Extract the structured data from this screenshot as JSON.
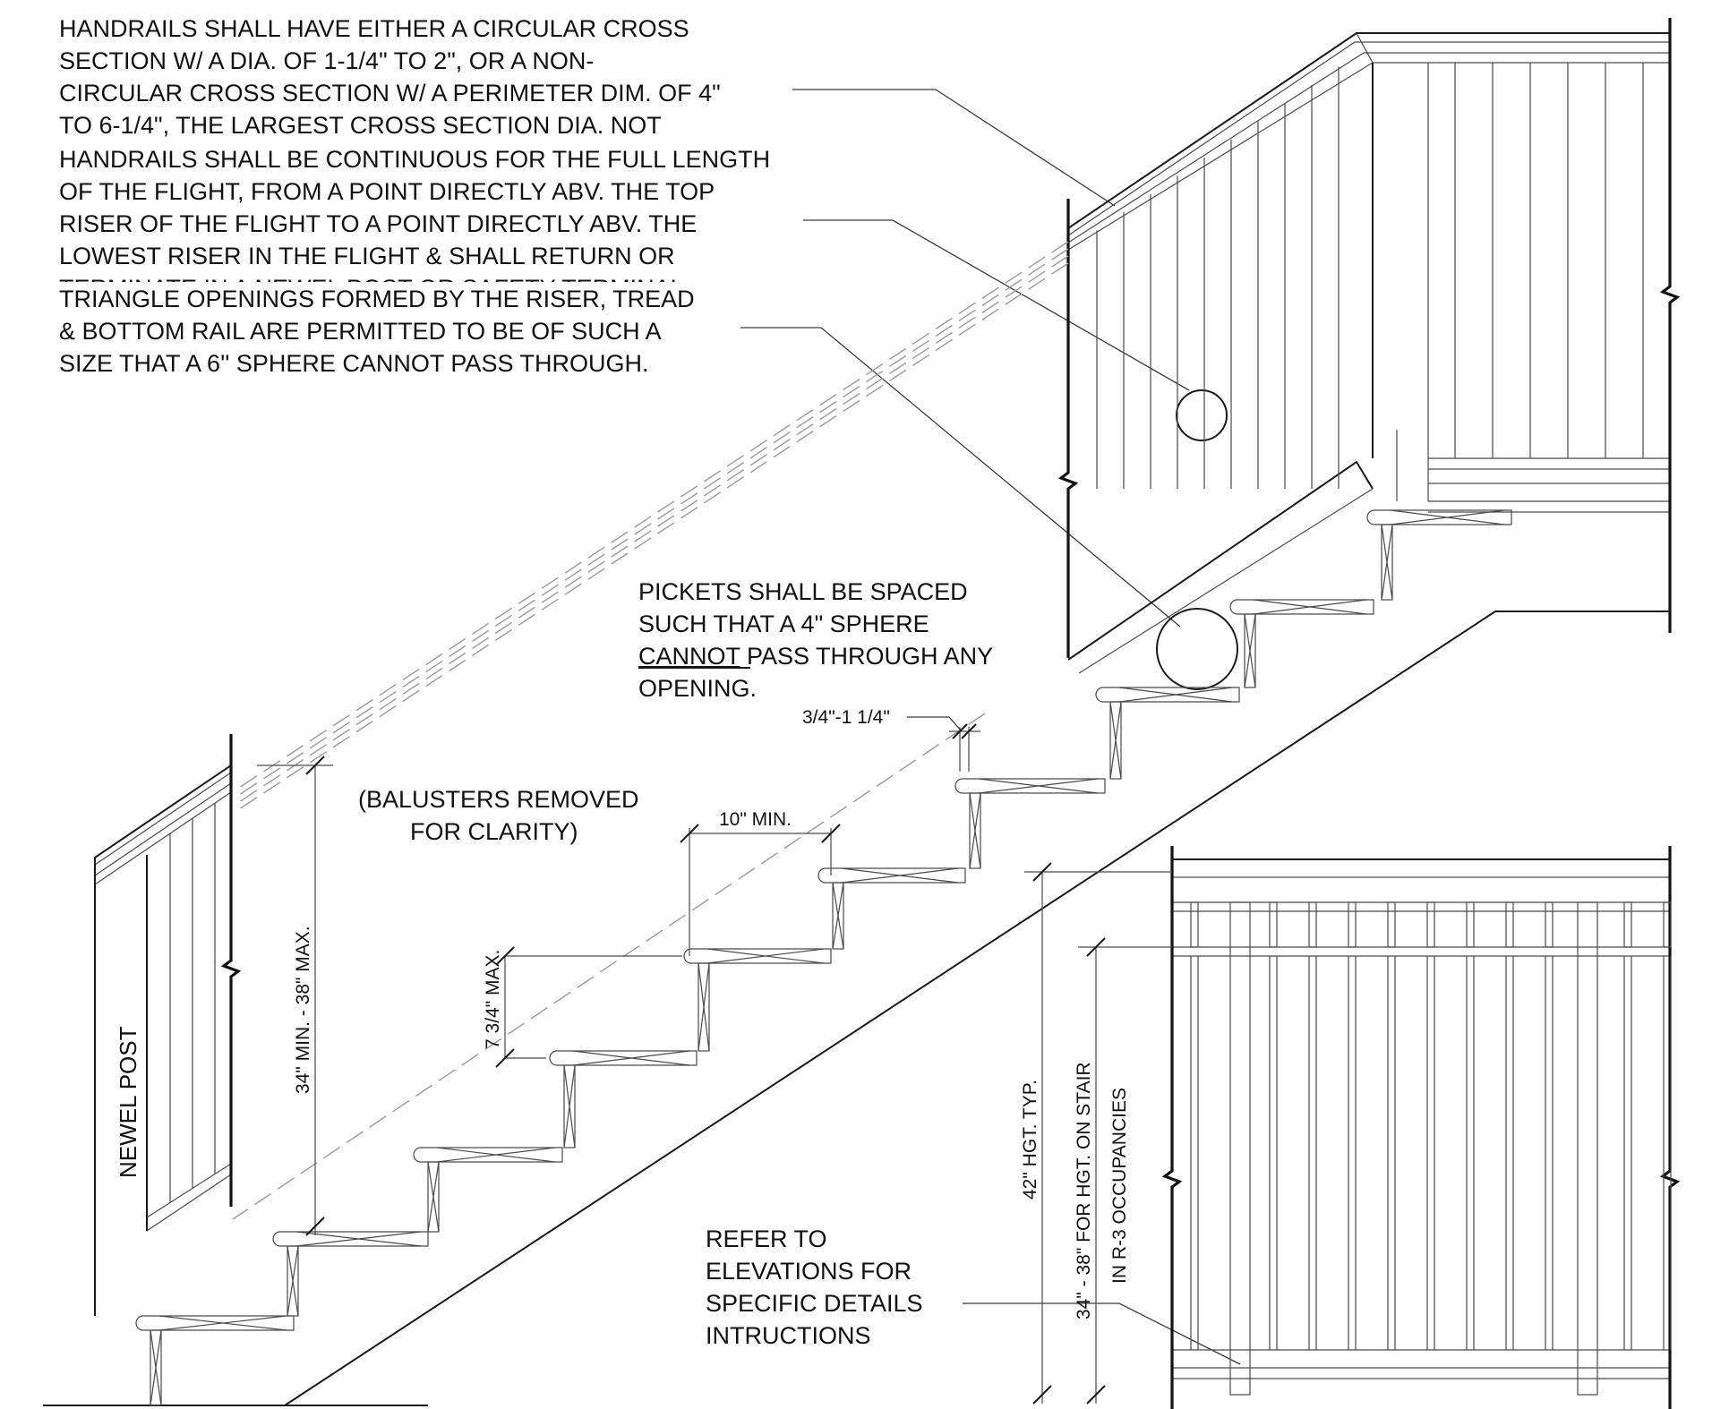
{
  "notes": {
    "handrail_section": [
      "HANDRAILS SHALL HAVE EITHER A CIRCULAR CROSS",
      "SECTION W/ A DIA. OF 1-1/4\" TO 2\", OR A NON-",
      "CIRCULAR CROSS SECTION W/ A PERIMETER DIM. OF 4\"",
      "TO 6-1/4\", THE LARGEST CROSS SECTION DIA. NOT"
    ],
    "handrail_continuous": [
      "HANDRAILS SHALL BE CONTINUOUS FOR THE FULL LENGTH",
      "OF THE FLIGHT, FROM A POINT DIRECTLY ABV. THE TOP",
      "RISER OF THE FLIGHT TO A POINT DIRECTLY ABV. THE",
      "LOWEST RISER IN THE FLIGHT & SHALL RETURN OR",
      "TERMINATE IN A NEWEL POST OR SAFETY TERMINAL"
    ],
    "triangle_openings": [
      "TRIANGLE OPENINGS FORMED BY THE RISER, TREAD",
      "& BOTTOM RAIL ARE PERMITTED TO BE OF SUCH A",
      "SIZE THAT A 6'' SPHERE CANNOT PASS THROUGH."
    ],
    "pickets": {
      "line1": "PICKETS SHALL BE SPACED",
      "line2": "SUCH THAT A 4\" SPHERE",
      "line3_underlined": "CANNOT",
      "line3_rest": " PASS THROUGH ANY",
      "line4": "OPENING."
    },
    "balusters_removed": [
      "(BALUSTERS REMOVED",
      "FOR CLARITY)"
    ],
    "refer_to": [
      "REFER TO",
      "ELEVATIONS FOR",
      "SPECIFIC DETAILS",
      "INTRUCTIONS"
    ]
  },
  "labels": {
    "newel_post": "NEWEL POST",
    "nosing": "3/4\"-1 1/4\"",
    "tread_depth": "10\" MIN.",
    "riser_height": "7 3/4\" MAX.",
    "handrail_height": "34\" MIN. - 38\" MAX.",
    "guard_height": "42\" HGT. TYP.",
    "stair_guard_height": "34\" - 38\" FOR HGT. ON STAIR",
    "occupancy": "IN R-3 OCCUPANCIES"
  }
}
